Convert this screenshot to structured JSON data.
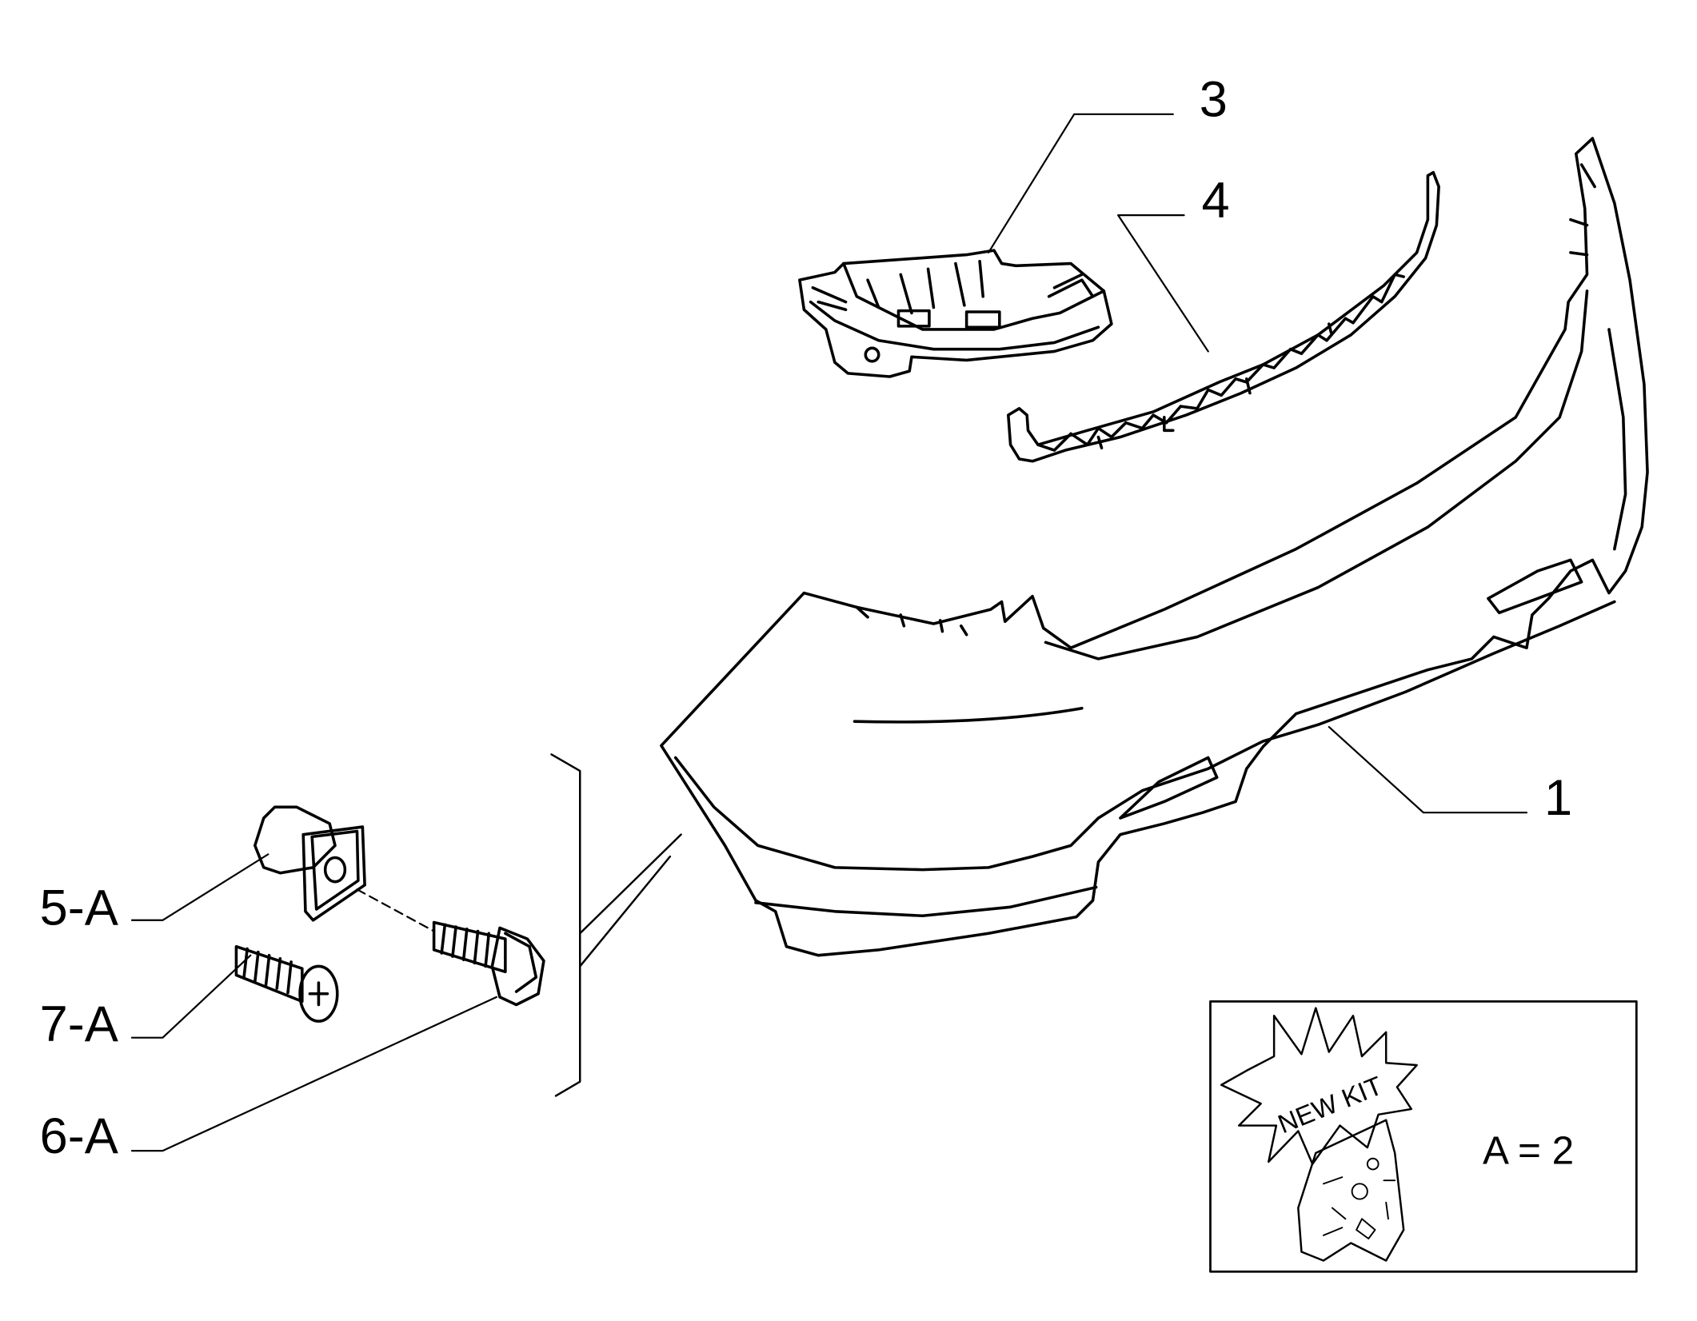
{
  "callouts": {
    "part_1": "1",
    "part_3": "3",
    "part_4": "4",
    "part_5": "5-A",
    "part_6": "6-A",
    "part_7": "7-A"
  },
  "kit": {
    "badge": "NEW KIT",
    "quantity": "A = 2"
  }
}
